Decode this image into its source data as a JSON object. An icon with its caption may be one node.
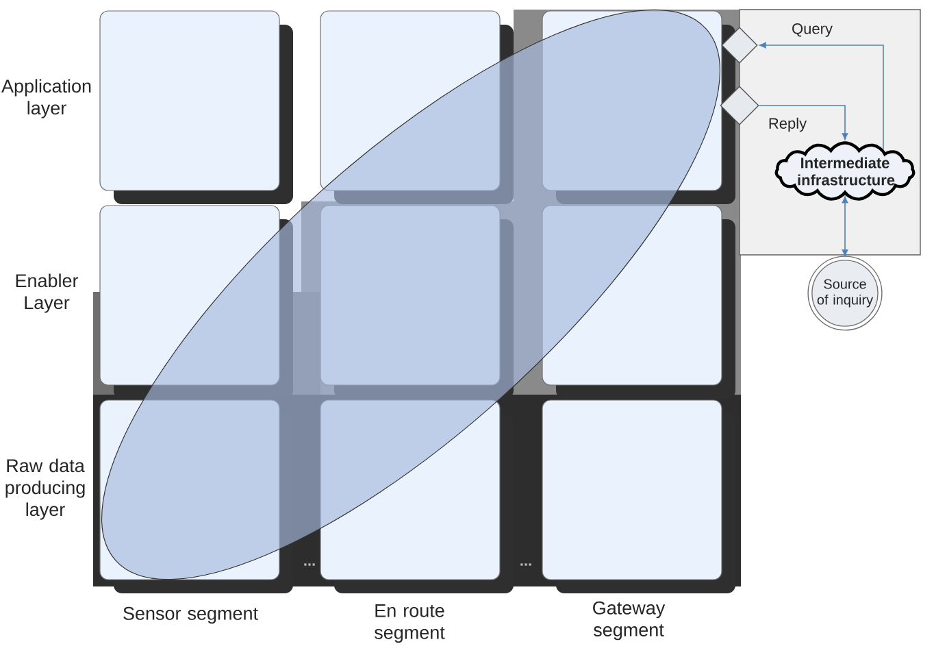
{
  "diagram": {
    "nodes": [
      {
        "text": [],
        "shape": "box"
      },
      {
        "text": [],
        "shape": "diamond"
      },
      {
        "text": [],
        "shape": "diamond"
      },
      {
        "text": [
          "Intermediate infrastructure"
        ],
        "in": 0
      },
      {
        "text": [
          "Source of inquiry"
        ]
      }
    ],
    "edges": [
      {
        "from": 3,
        "to": 1,
        "arrow": "to",
        "label": "Query"
      },
      {
        "from": 2,
        "to": 3,
        "arrow": "to",
        "label": "Reply"
      },
      {
        "from": 3,
        "to": 4,
        "arrow": "both"
      }
    ],
    "labels": [
      "Application layer",
      "Enabler Layer",
      "Raw data producing layer",
      "...",
      "...",
      "Sensor segment",
      "En route segment",
      "Gateway segment"
    ]
  }
}
